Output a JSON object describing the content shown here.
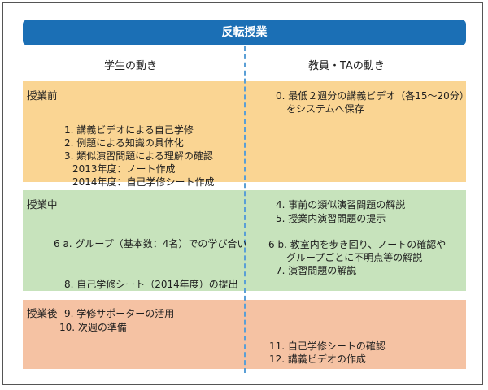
{
  "header": {
    "title": "反転授業"
  },
  "columns": {
    "left": "学生の動き",
    "right": "教員・TAの動き"
  },
  "phases": {
    "before": {
      "label": "授業前",
      "students": [
        "1. 講義ビデオによる自己学修",
        "2. 例題による知識の具体化",
        "3. 類似演習問題による理解の確認"
      ],
      "student_notes": [
        "2013年度：ノート作成",
        "2014年度：自己学修シート作成"
      ],
      "teachers": [
        "0. 最低２週分の講義ビデオ（各15～20分）",
        "をシステムへ保存"
      ]
    },
    "during": {
      "label": "授業中",
      "students": [
        "6 a. グループ（基本数：4名）での学び合い",
        "8. 自己学修シート（2014年度）の提出"
      ],
      "teachers": [
        "4. 事前の類似演習問題の解説",
        "5. 授業内演習問題の提示",
        "6 b. 教室内を歩き回り、ノートの確認や",
        "グループごとに不明点等の解説",
        "7. 演習問題の解説"
      ]
    },
    "after": {
      "label": "授業後",
      "students": [
        "9. 学修サポーターの活用",
        "10. 次週の準備"
      ],
      "teachers": [
        "11. 自己学修シートの確認",
        "12. 講義ビデオの作成"
      ]
    }
  },
  "colors": {
    "header": "#1b6fb5",
    "before": "#fad593",
    "during": "#c7e3bc",
    "after": "#f5c2a3",
    "divider": "#5a9fd6"
  }
}
